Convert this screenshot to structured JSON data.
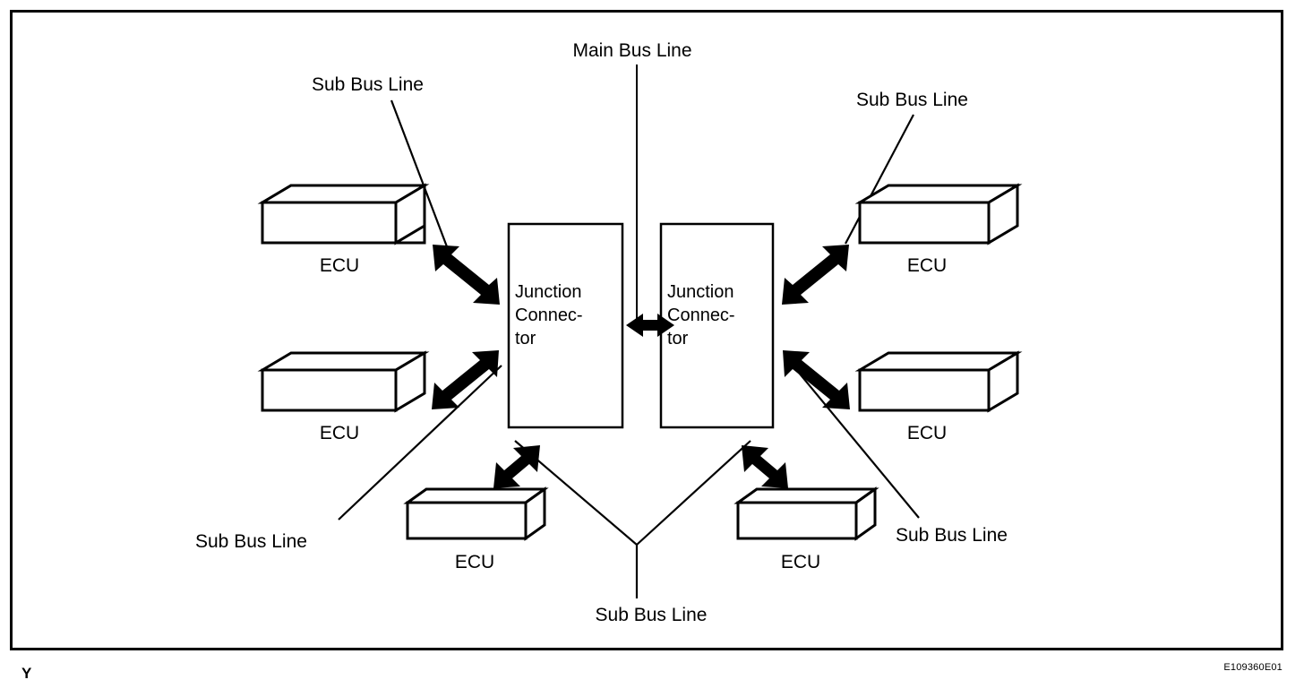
{
  "figure": {
    "code": "E109360E01",
    "corner_marker": "Y",
    "border_color": "#000000",
    "background_color": "#ffffff",
    "line_color": "#000000"
  },
  "nodes": {
    "junction_left": {
      "line1": "Junction",
      "line2": "Connec-",
      "line3": "tor"
    },
    "junction_right": {
      "line1": "Junction",
      "line2": "Connec-",
      "line3": "tor"
    }
  },
  "ecus": [
    {
      "id": "ecu-top-left",
      "label": "ECU"
    },
    {
      "id": "ecu-mid-left",
      "label": "ECU"
    },
    {
      "id": "ecu-bottom-left",
      "label": "ECU"
    },
    {
      "id": "ecu-bottom-right",
      "label": "ECU"
    },
    {
      "id": "ecu-mid-right",
      "label": "ECU"
    },
    {
      "id": "ecu-top-right",
      "label": "ECU"
    }
  ],
  "callouts": [
    {
      "id": "callout-main-bus",
      "text": "Main Bus Line"
    },
    {
      "id": "callout-sub-bus-top-left",
      "text": "Sub Bus Line"
    },
    {
      "id": "callout-sub-bus-top-right",
      "text": "Sub Bus Line"
    },
    {
      "id": "callout-sub-bus-left",
      "text": "Sub Bus Line"
    },
    {
      "id": "callout-sub-bus-right",
      "text": "Sub Bus Line"
    },
    {
      "id": "callout-sub-bus-bottom",
      "text": "Sub Bus Line"
    }
  ]
}
